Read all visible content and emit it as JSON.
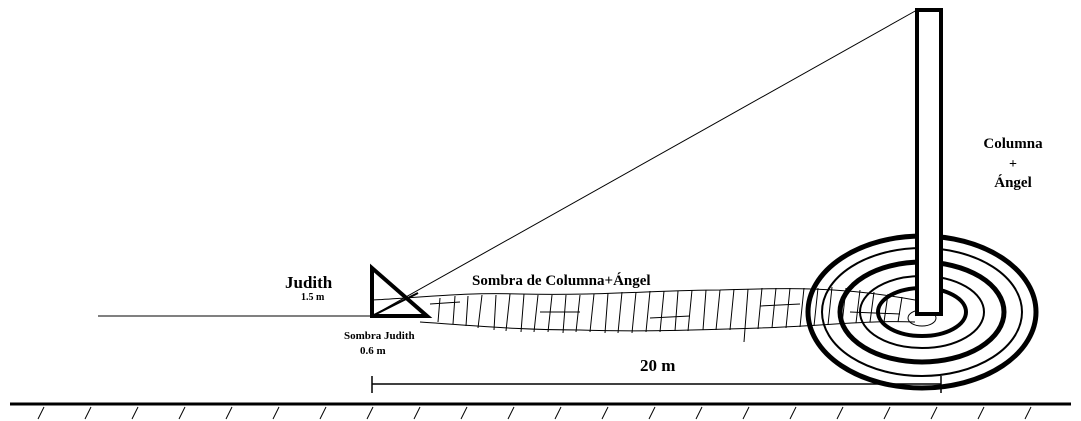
{
  "labels": {
    "person_name": "Judith",
    "person_height": "1.5 m",
    "person_shadow_name": "Sombra Judith",
    "person_shadow_length": "0.6 m",
    "column_shadow_name": "Sombra de Columna+Ángel",
    "column_line1": "Columna",
    "column_plus": "+",
    "column_line2": "Ángel",
    "distance": "20 m"
  },
  "colors": {
    "ink": "#000000",
    "background": "#ffffff"
  }
}
